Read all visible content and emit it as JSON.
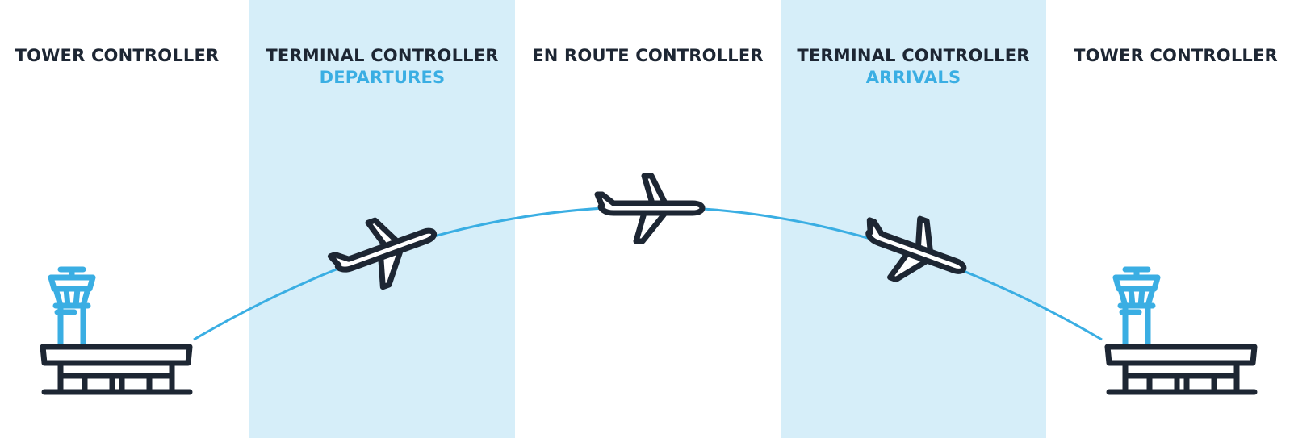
{
  "columns": [
    {
      "title": "TOWER CONTROLLER",
      "subtitle": ""
    },
    {
      "title": "TERMINAL CONTROLLER",
      "subtitle": "DEPARTURES"
    },
    {
      "title": "EN ROUTE CONTROLLER",
      "subtitle": ""
    },
    {
      "title": "TERMINAL CONTROLLER",
      "subtitle": "ARRIVALS"
    },
    {
      "title": "TOWER CONTROLLER",
      "subtitle": ""
    }
  ],
  "colors": {
    "band": "#d6eef9",
    "accent": "#3aaee3",
    "dark": "#1d2633"
  },
  "icons": [
    "control-tower-icon",
    "airplane-icon"
  ]
}
